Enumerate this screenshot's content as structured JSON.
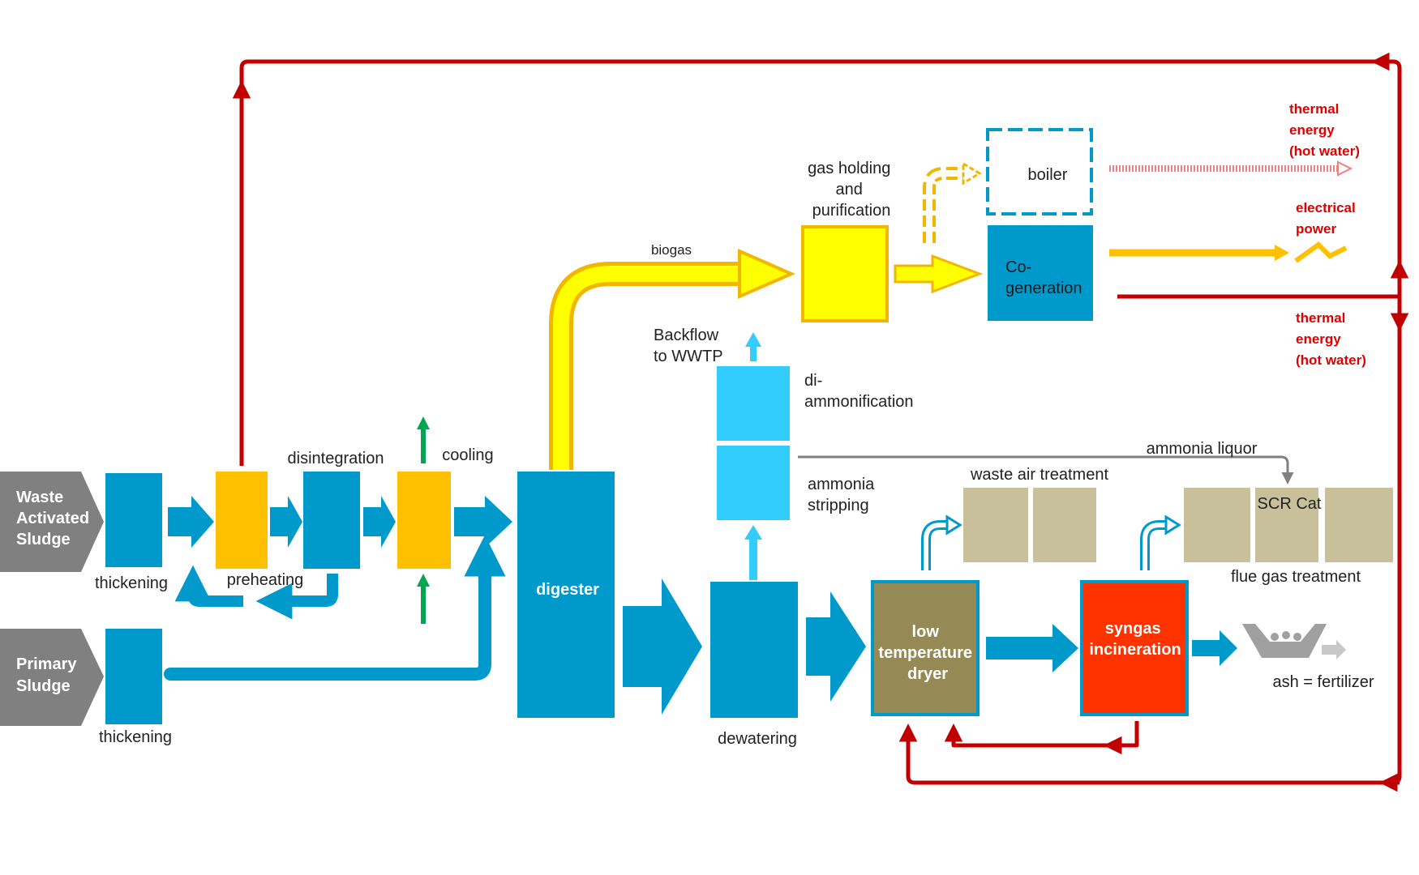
{
  "colors": {
    "process_blue": "#0099cc",
    "light_blue": "#33ccff",
    "orange": "#ffc000",
    "yellow": "#ffff00",
    "tan": "#c8c09a",
    "dryer": "#958a55",
    "incineration": "#ff3300",
    "heat_red": "#c00000",
    "green": "#00a651",
    "gray_input": "#808080"
  },
  "inputs": {
    "waste_activated_sludge": [
      "Waste",
      "Activated",
      "Sludge"
    ],
    "primary_sludge": [
      "Primary",
      "Sludge"
    ]
  },
  "labels": {
    "thickening_1": "thickening",
    "thickening_2": "thickening",
    "preheating": "preheating",
    "disintegration": "disintegration",
    "cooling": "cooling",
    "digester": "digester",
    "biogas": "biogas",
    "gas_holding": [
      "gas holding",
      "and",
      "purification"
    ],
    "boiler": "boiler",
    "cogeneration": [
      "Co-",
      "generation"
    ],
    "backflow": [
      "Backflow",
      "to WWTP"
    ],
    "diammonification": [
      "di-",
      "ammonification"
    ],
    "ammonia_stripping": [
      "ammonia",
      "stripping"
    ],
    "ammonia_liquor": "ammonia  liquor",
    "waste_air_treatment": "waste air treatment",
    "scr_cat": "SCR Cat",
    "flue_gas_treatment": "flue gas treatment",
    "dewatering": "dewatering",
    "dryer": [
      "low",
      "temperature",
      "dryer"
    ],
    "incineration": [
      "syngas",
      "incineration"
    ],
    "ash": "ash = fertilizer"
  },
  "outputs": {
    "thermal_top": [
      "thermal",
      "energy",
      "(hot water)"
    ],
    "electrical": [
      "electrical",
      "power"
    ],
    "thermal_bottom": [
      "thermal",
      "energy",
      "(hot water)"
    ]
  }
}
